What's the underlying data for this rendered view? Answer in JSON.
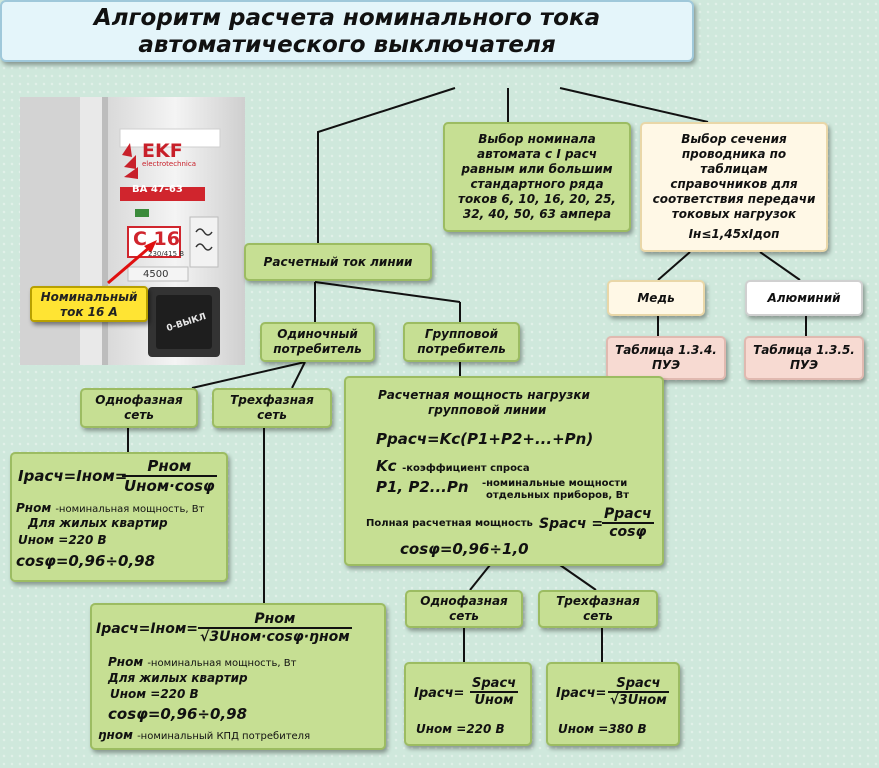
{
  "title": {
    "line1": "Алгоритм расчета номинального тока",
    "line2": "автоматического выключателя"
  },
  "photo": {
    "brand": "EKF",
    "brand_sub": "electrotechnica",
    "model": "ВА 47-63",
    "rating": "С 16",
    "voltage": "230/415 В",
    "breaking": "4500",
    "off_label": "0-ВЫКЛ",
    "callout_line1": "Номинальный",
    "callout_line2": "ток 16 А"
  },
  "nodes": {
    "select_rating": [
      "Выбор номинала",
      "автомата с I расч",
      "равным или большим",
      "стандартного ряда",
      "токов 6, 10, 16, 20, 25,",
      "32, 40, 50, 63 ампера"
    ],
    "select_section": [
      "Выбор сечения",
      "проводника по",
      "таблицам",
      "справочников для",
      "соответствия передачи",
      "токовых нагрузок"
    ],
    "select_section_formula": "Iн≤1,45хIдоп",
    "copper": "Медь",
    "aluminum": "Алюминий",
    "table_copper": [
      "Таблица 1.3.4.",
      "ПУЭ"
    ],
    "table_aluminum": [
      "Таблица 1.3.5.",
      "ПУЭ"
    ],
    "line_current": "Расчетный ток линии",
    "single_consumer": [
      "Одиночный",
      "потребитель"
    ],
    "group_consumer": [
      "Групповой",
      "потребитель"
    ],
    "single_phase_1": [
      "Однофазная",
      "сеть"
    ],
    "three_phase_1": [
      "Трехфазная",
      "сеть"
    ],
    "single_phase_2": [
      "Однофазная",
      "сеть"
    ],
    "three_phase_2": [
      "Трехфазная",
      "сеть"
    ]
  },
  "formula_single": {
    "lhs": "Iрасч=Iном=",
    "num": "Pном",
    "den": "Uном·cosφ",
    "note1_sym": "Pном",
    "note1_text": "-номинальная мощность, Вт",
    "note2": "Для жилых квартир",
    "note3": "Uном =220  В",
    "note4": "cosφ=0,96÷0,98"
  },
  "formula_three": {
    "lhs": "Iрасч=Iном=",
    "num": "Pном",
    "den": "√3Uном·cosφ·ŋном",
    "note1_sym": "Pном",
    "note1_text": "-номинальная мощность, Вт",
    "note2": "Для жилых квартир",
    "note3": "Uном =220  В",
    "note4": "cosφ=0,96÷0,98",
    "note5_sym": "ŋном",
    "note5_text": "-номинальный КПД потребителя"
  },
  "group_power": {
    "heading1": "Расчетная мощность нагрузки",
    "heading2": "групповой линии",
    "formula": "Pрасч=Kc(P1+P2+...+Pn)",
    "kc_sym": "Kc",
    "kc_text": "-коэффициент спроса",
    "p_sym": "P1, P2...Pn",
    "p_text1": "-номинальные мощности",
    "p_text2": "отдельных приборов, Вт",
    "full_label": "Полная расчетная мощность",
    "s_lhs": "Sрасч =",
    "s_num": "Pрасч",
    "s_den": "cosφ",
    "cos": "cosφ=0,96÷1,0"
  },
  "formula_group_single": {
    "lhs": "Iрасч=",
    "num": "Sрасч",
    "den": "Uном",
    "note": "Uном =220  В"
  },
  "formula_group_three": {
    "lhs": "Iрасч=",
    "num": "Sрасч",
    "den": "√3Uном",
    "note": "Uном =380  В"
  }
}
